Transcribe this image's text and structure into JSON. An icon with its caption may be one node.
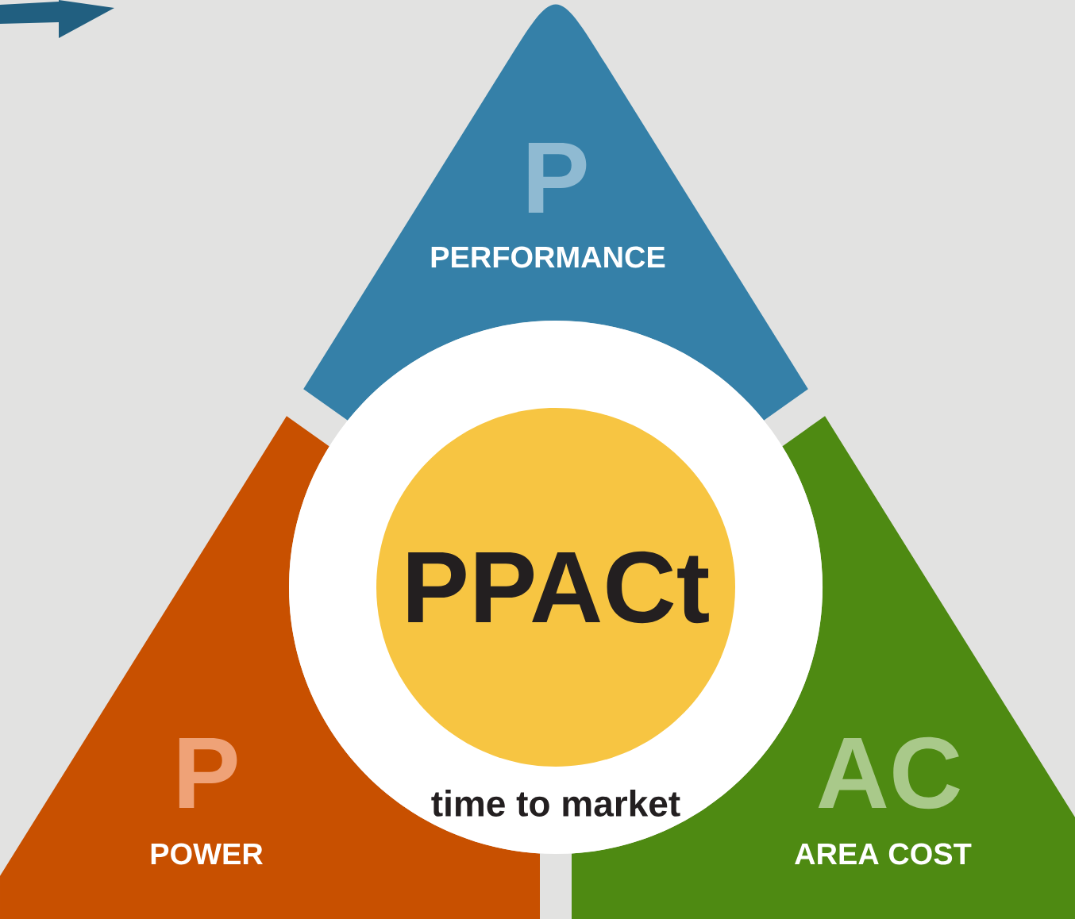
{
  "diagram": {
    "nodes": [
      {
        "text": [
          "P",
          "PERFORMANCE"
        ]
      },
      {
        "text": [
          "P",
          "POWER"
        ]
      },
      {
        "text": [
          "AC",
          "AREA COST"
        ]
      },
      {
        "text": [
          "time to market"
        ]
      },
      {
        "text": [
          "PPACt"
        ],
        "in": 3
      }
    ]
  }
}
